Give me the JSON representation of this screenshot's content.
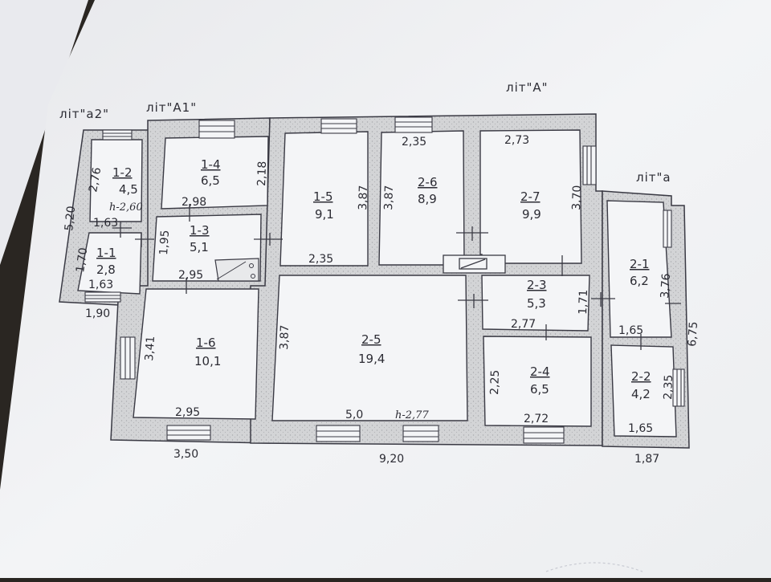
{
  "document": {
    "type": "floor-plan"
  },
  "liters": {
    "a2": "лiт\"а2\"",
    "A1": "лiт\"А1\"",
    "A": "лiт\"А\"",
    "a": "лiт\"а"
  },
  "rooms": [
    {
      "id": "1-1",
      "label": "1-1",
      "area": "2,8"
    },
    {
      "id": "1-2",
      "label": "1-2",
      "area": "4,5"
    },
    {
      "id": "1-3",
      "label": "1-3",
      "area": "5,1"
    },
    {
      "id": "1-4",
      "label": "1-4",
      "area": "6,5"
    },
    {
      "id": "1-5",
      "label": "1-5",
      "area": "9,1"
    },
    {
      "id": "1-6",
      "label": "1-6",
      "area": "10,1"
    },
    {
      "id": "2-1",
      "label": "2-1",
      "area": "6,2"
    },
    {
      "id": "2-2",
      "label": "2-2",
      "area": "4,2"
    },
    {
      "id": "2-3",
      "label": "2-3",
      "area": "5,3"
    },
    {
      "id": "2-4",
      "label": "2-4",
      "area": "6,5"
    },
    {
      "id": "2-5",
      "label": "2-5",
      "area": "19,4"
    },
    {
      "id": "2-6",
      "label": "2-6",
      "area": "8,9"
    },
    {
      "id": "2-7",
      "label": "2-7",
      "area": "9,9"
    }
  ],
  "heights": {
    "h1": "h-2,60",
    "h2": "h-2,77"
  },
  "dimensions": {
    "d_1_2_v": "2,76",
    "d_1_2_w": "1,63",
    "d_1_1_v": "1,70",
    "d_1_1_w": "1,63",
    "d_a2_h": "5,20",
    "d_a2_w": "1,90",
    "d_1_4_w": "2,98",
    "d_1_4_v": "2,18",
    "d_1_3_v": "1,95",
    "d_1_3_w": "2,95",
    "d_1_6_v": "3,41",
    "d_1_6_w": "2,95",
    "d_1_5_v": "3,87",
    "d_1_5_w": "2,35",
    "d_2_6_w": "2,35",
    "d_2_6_v": "3,87",
    "d_2_7_w": "2,73",
    "d_2_7_v": "3,70",
    "d_2_5_v": "3,87",
    "d_2_5_w": "5,0",
    "d_2_3_v": "1,71",
    "d_2_3_w": "2,77",
    "d_2_4_v": "2,25",
    "d_2_4_w": "2,72",
    "d_2_1_v": "3,76",
    "d_2_1_w": "1,65",
    "d_2_2_v": "2,35",
    "d_2_2_w": "1,65",
    "d_a_h": "6,75",
    "d_total_a1": "3,50",
    "d_total_A": "9,20",
    "d_total_a": "1,87"
  },
  "colors": {
    "paper": "#f2f3f5",
    "wall": "#cfd0d2",
    "line": "#3a3a44"
  }
}
